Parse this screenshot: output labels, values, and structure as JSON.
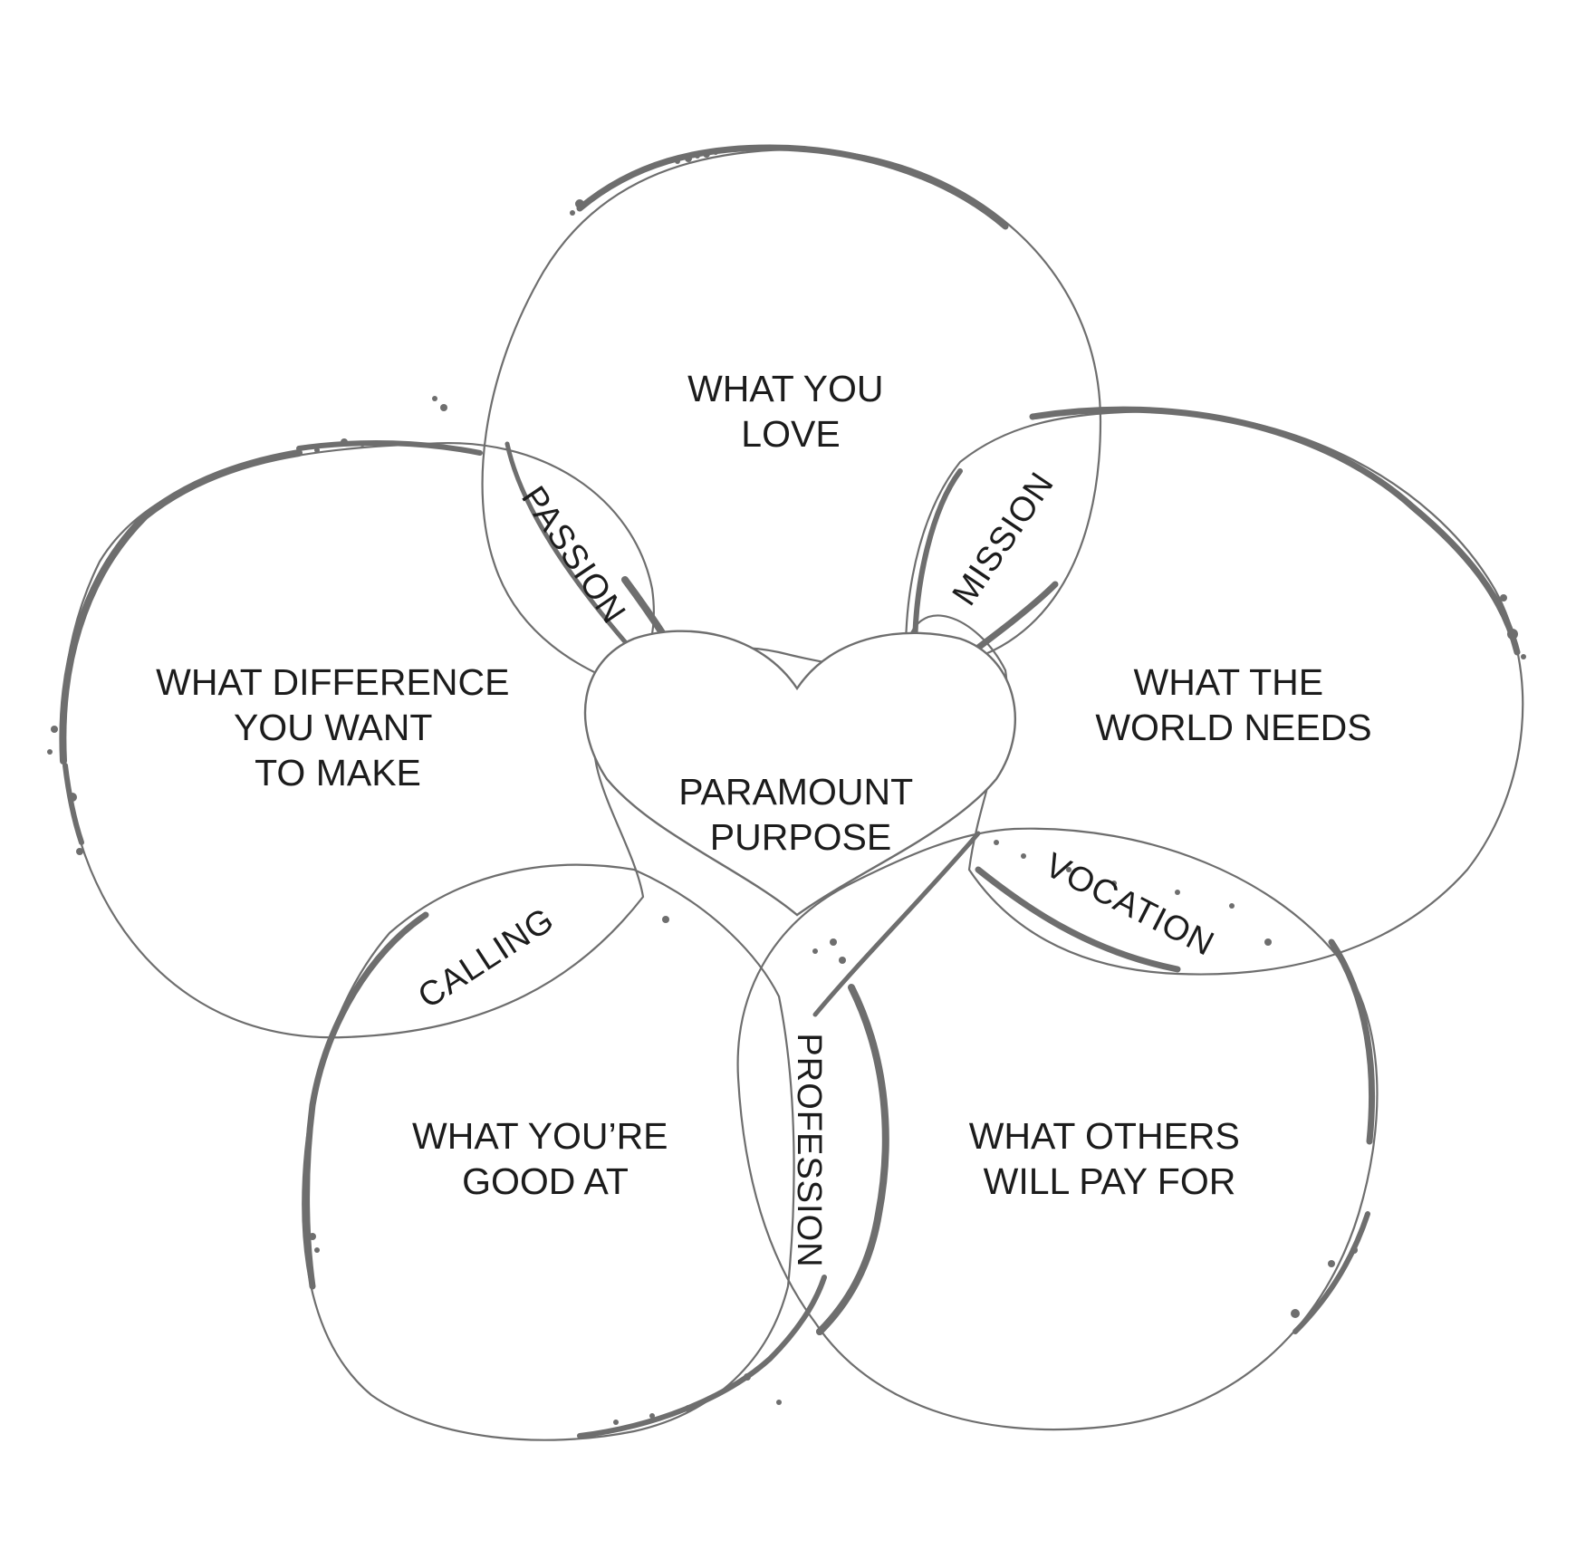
{
  "diagram": {
    "center": {
      "lines": [
        "PARAMOUNT",
        "PURPOSE"
      ]
    },
    "circles": {
      "love": {
        "lines": [
          "WHAT YOU",
          "LOVE"
        ]
      },
      "difference": {
        "lines": [
          "WHAT DIFFERENCE",
          "YOU WANT",
          "TO MAKE"
        ]
      },
      "world_needs": {
        "lines": [
          "WHAT THE",
          "WORLD NEEDS"
        ]
      },
      "good_at": {
        "lines": [
          "WHAT YOU’RE",
          "GOOD AT"
        ]
      },
      "pay_for": {
        "lines": [
          "WHAT OTHERS",
          "WILL PAY FOR"
        ]
      }
    },
    "overlaps": {
      "passion": "PASSION",
      "mission": "MISSION",
      "vocation": "VOCATION",
      "calling": "CALLING",
      "profession": "PROFESSION"
    }
  },
  "colors": {
    "stroke": "#6e6e6e",
    "text": "#1c1c1c",
    "background": "#ffffff"
  }
}
